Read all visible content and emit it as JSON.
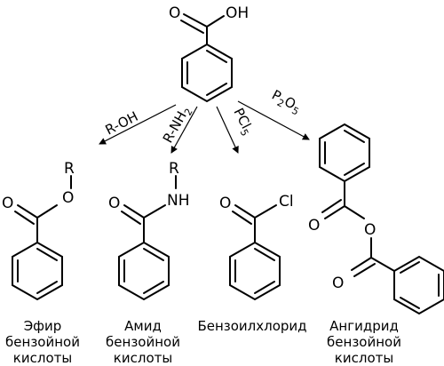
{
  "atoms": {
    "acid_o": "O",
    "acid_oh": "OH",
    "ester_o_carbonyl": "O",
    "ester_o_bridge": "O",
    "ester_r": "R",
    "amide_o": "O",
    "amide_nh": "NH",
    "amide_r": "R",
    "chloride_o": "O",
    "chloride_cl": "Cl",
    "anhydride_o_top": "O",
    "anhydride_o_bridge": "O",
    "anhydride_o_bottom": "O"
  },
  "reagents": {
    "roh": "R-OH",
    "rnh2_main": "R-NH",
    "rnh2_sub": "2",
    "pcl5_main": "PCl",
    "pcl5_sub": "5",
    "p2o5_p": "P",
    "p2o5_sub1": "2",
    "p2o5_o": "O",
    "p2o5_sub2": "5"
  },
  "products": {
    "ester": {
      "line1": "Эфир",
      "line2": "бензойной",
      "line3": "кислоты"
    },
    "amide": {
      "line1": "Амид",
      "line2": "бензойной",
      "line3": "кислоты"
    },
    "chloride": {
      "line1": "Бензоилхлорид"
    },
    "anhydride": {
      "line1": "Ангидрид",
      "line2": "бензойной",
      "line3": "кислоты"
    }
  }
}
